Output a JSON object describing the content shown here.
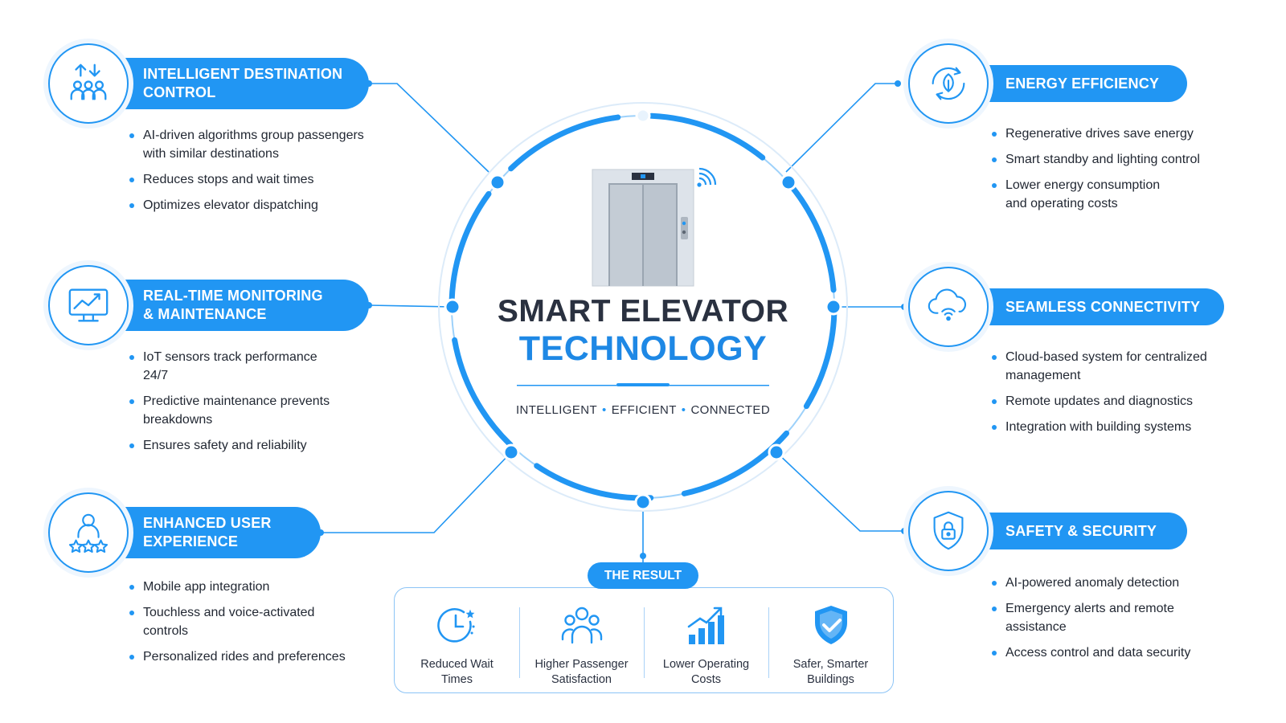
{
  "hub": {
    "title_line1": "SMART ELEVATOR",
    "title_line2": "TECHNOLOGY",
    "tagline": [
      "INTELLIGENT",
      "EFFICIENT",
      "CONNECTED"
    ]
  },
  "features": [
    {
      "title": "INTELLIGENT DESTINATION\nCONTROL",
      "icon": "people-routing-icon",
      "bullets": [
        "AI-driven algorithms group passengers\nwith similar destinations",
        "Reduces stops and wait times",
        "Optimizes elevator dispatching"
      ]
    },
    {
      "title": "REAL-TIME MONITORING\n& MAINTENANCE",
      "icon": "monitor-chart-icon",
      "bullets": [
        "IoT sensors track performance\n24/7",
        "Predictive maintenance prevents\nbreakdowns",
        "Ensures safety and reliability"
      ]
    },
    {
      "title": "ENHANCED USER\nEXPERIENCE",
      "icon": "user-stars-icon",
      "bullets": [
        "Mobile app integration",
        "Touchless and voice-activated\ncontrols",
        "Personalized rides and preferences"
      ]
    },
    {
      "title": "ENERGY EFFICIENCY",
      "icon": "leaf-recycle-icon",
      "bullets": [
        "Regenerative drives save energy",
        "Smart standby and lighting control",
        "Lower energy consumption\nand operating costs"
      ]
    },
    {
      "title": "SEAMLESS CONNECTIVITY",
      "icon": "cloud-wifi-icon",
      "bullets": [
        "Cloud-based system for centralized\nmanagement",
        "Remote updates and diagnostics",
        "Integration with building systems"
      ]
    },
    {
      "title": "SAFETY & SECURITY",
      "icon": "shield-lock-icon",
      "bullets": [
        "AI-powered anomaly detection",
        "Emergency alerts and remote\nassistance",
        "Access control and data security"
      ]
    }
  ],
  "result": {
    "badge": "THE RESULT",
    "items": [
      {
        "label": "Reduced Wait\nTimes",
        "icon": "clock-icon"
      },
      {
        "label": "Higher Passenger\nSatisfaction",
        "icon": "group-icon"
      },
      {
        "label": "Lower Operating\nCosts",
        "icon": "bar-growth-icon"
      },
      {
        "label": "Safer, Smarter\nBuildings",
        "icon": "shield-check-icon"
      }
    ]
  },
  "colors": {
    "accent": "#2196f3",
    "title_dark": "#2a3140",
    "title_blue": "#1e88e5"
  }
}
